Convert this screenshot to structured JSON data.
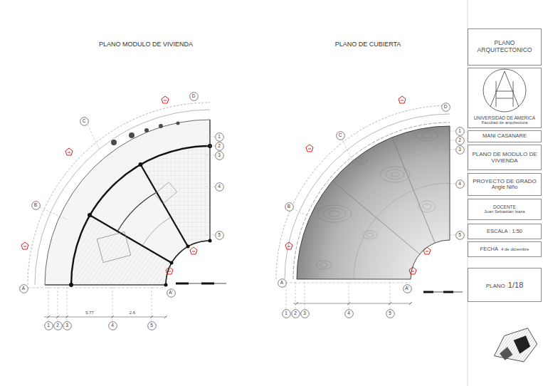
{
  "diagram": {
    "nodes": [
      {
        "text": [
          "A"
        ]
      },
      {
        "text": [
          "A'"
        ]
      },
      {
        "text": [
          "B"
        ]
      },
      {
        "text": [
          "C"
        ]
      },
      {
        "text": [
          "D"
        ]
      },
      {
        "text": [
          "1"
        ]
      },
      {
        "text": [
          "2"
        ]
      },
      {
        "text": [
          "3"
        ]
      },
      {
        "text": [
          "4"
        ]
      },
      {
        "text": [
          "5"
        ]
      },
      {
        "text": [
          "1"
        ]
      },
      {
        "text": [
          "2"
        ]
      },
      {
        "text": [
          "3"
        ]
      },
      {
        "text": [
          "4"
        ]
      },
      {
        "text": [
          "5"
        ]
      },
      {
        "text": [
          "A"
        ]
      },
      {
        "text": [
          "A'"
        ]
      },
      {
        "text": [
          "B"
        ]
      },
      {
        "text": [
          "C"
        ]
      },
      {
        "text": [
          "D"
        ]
      },
      {
        "text": [
          "1"
        ]
      },
      {
        "text": [
          "2"
        ]
      },
      {
        "text": [
          "3"
        ]
      },
      {
        "text": [
          "4"
        ]
      },
      {
        "text": [
          "5"
        ]
      },
      {
        "text": [
          "1"
        ]
      },
      {
        "text": [
          "2"
        ]
      },
      {
        "text": [
          "3"
        ]
      },
      {
        "text": [
          "4"
        ]
      },
      {
        "text": [
          "5"
        ]
      },
      {
        "text": [
          "PLANO ARQUITECTONICO"
        ]
      },
      {
        "text": [
          "UNIVERSIDAD DE AMERICA",
          "Facultad de arquitectura"
        ]
      },
      {
        "text": [
          "MANI CASANARE"
        ]
      },
      {
        "text": [
          "PLANO DE MODULO DE VIVIENDA"
        ]
      },
      {
        "text": [
          "PROYECTO DE GRADO",
          "Angie Niño"
        ]
      },
      {
        "text": [
          "DOCENTE",
          "Juan Sebastian Isaza"
        ]
      },
      {
        "text": [
          "ESCALA : 1:50"
        ]
      },
      {
        "text": [
          "FECHA",
          "4 de diciembre"
        ]
      },
      {
        "text": [
          "PLANO",
          "1/18"
        ]
      }
    ],
    "labels": [
      "PLANO MODULO DE VIVIENDA",
      "PLANO DE CUBIERTA",
      "5.77",
      "2.6"
    ]
  }
}
